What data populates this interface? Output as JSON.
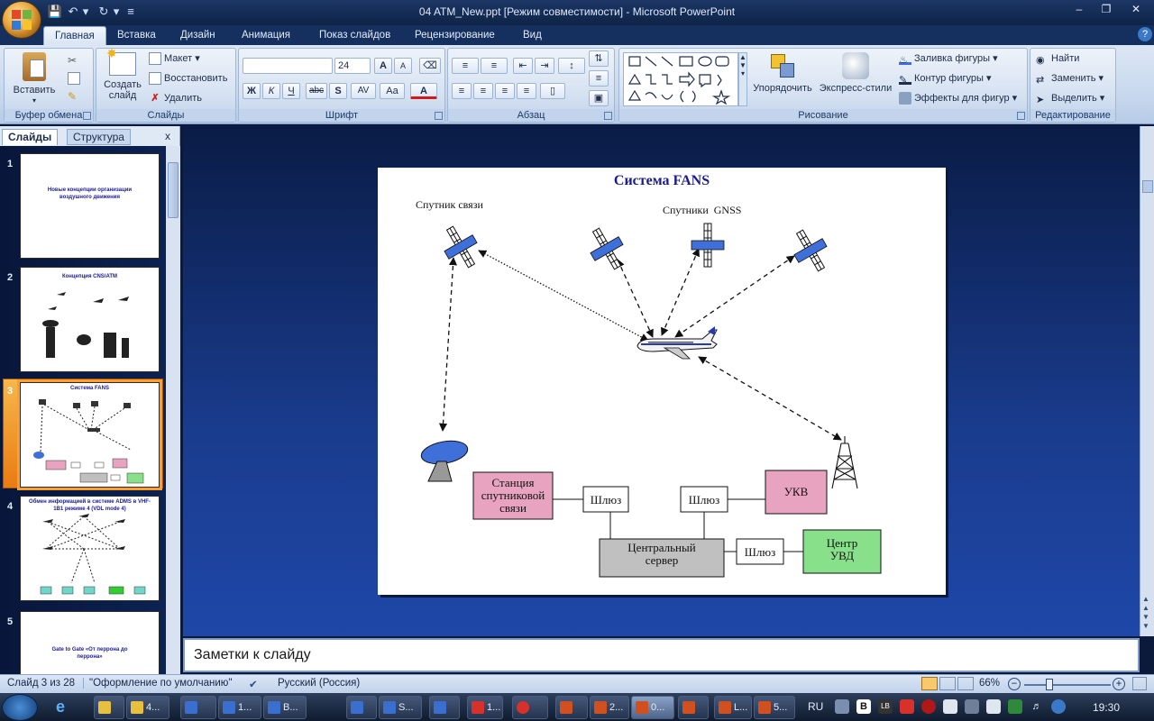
{
  "window": {
    "title": "04 ATM_New.ppt [Режим совместимости] - Microsoft PowerPoint"
  },
  "tabs": [
    "Главная",
    "Вставка",
    "Дизайн",
    "Анимация",
    "Показ слайдов",
    "Рецензирование",
    "Вид"
  ],
  "ribbon": {
    "clipboard": {
      "label": "Буфер обмена",
      "paste": "Вставить"
    },
    "slides": {
      "label": "Слайды",
      "new_slide": "Создать слайд",
      "layout": "Макет",
      "reset": "Восстановить",
      "delete": "Удалить"
    },
    "font": {
      "label": "Шрифт",
      "font_name": "",
      "font_size": "24",
      "bold": "Ж",
      "italic": "К",
      "underline": "Ч",
      "strike": "abc",
      "shadow": "S",
      "spacing": "AV",
      "case": "Aa",
      "color": "A"
    },
    "paragraph": {
      "label": "Абзац"
    },
    "drawing": {
      "label": "Рисование",
      "arrange": "Упорядочить",
      "quick_styles": "Экспресс-стили",
      "fill": "Заливка фигуры",
      "outline": "Контур фигуры",
      "effects": "Эффекты для фигур"
    },
    "editing": {
      "label": "Редактирование",
      "find": "Найти",
      "replace": "Заменить",
      "select": "Выделить"
    }
  },
  "left_panel": {
    "tab_slides": "Слайды",
    "tab_outline": "Структура",
    "close": "x",
    "thumbnails": [
      {
        "num": "1",
        "title": "Новые концепции организации воздушного движения"
      },
      {
        "num": "2",
        "title": "Концепция CNS/ATM"
      },
      {
        "num": "3",
        "title": "Система FANS"
      },
      {
        "num": "4",
        "title": "Обмен информацией в системе ADMS в VHF-1B1 режиме 4 (VDL mode 4)"
      },
      {
        "num": "5",
        "title": "Gate to Gate «От перрона до перрона»"
      }
    ]
  },
  "slide": {
    "title": "Система FANS",
    "label_comsat": "Спутник связи",
    "label_gnss": "Спутники  GNSS",
    "box_station": "Станция спутниковой связи",
    "box_gateway1": "Шлюз",
    "box_gateway2": "Шлюз",
    "box_gateway3": "Шлюз",
    "box_vhf": "УКВ",
    "box_server": "Центральный сервер",
    "box_atc": "Центр УВД",
    "colors": {
      "title": "#1a1a8c",
      "pink": "#e8a3c0",
      "grey": "#c0c0c0",
      "green": "#88e08a",
      "sat_blue": "#3f6fd8"
    }
  },
  "notes": {
    "placeholder": "Заметки к слайду"
  },
  "status": {
    "slide_counter": "Слайд 3 из 28",
    "theme": "\"Оформление по умолчанию\"",
    "language": "Русский (Россия)",
    "zoom": "66%"
  },
  "taskbar": {
    "items": [
      "",
      "4...",
      "1...",
      "В...",
      "",
      "S...",
      "",
      "1...",
      "",
      "2...",
      "0...",
      "",
      "L...",
      "5..."
    ],
    "lang": "RU",
    "clock": "19:30"
  }
}
